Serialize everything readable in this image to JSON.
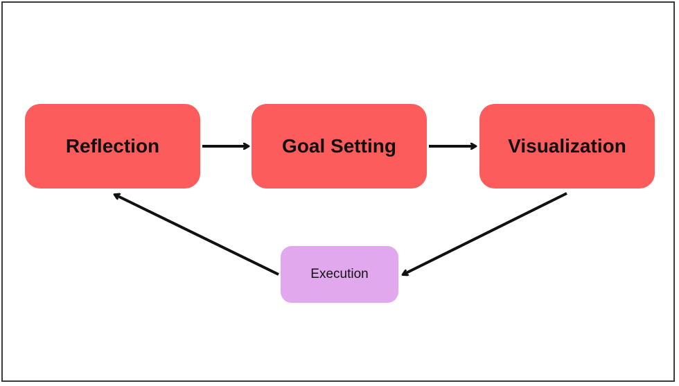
{
  "diagram": {
    "nodes": [
      {
        "id": "reflection",
        "label": "Reflection",
        "style": "main"
      },
      {
        "id": "goal-setting",
        "label": "Goal Setting",
        "style": "main"
      },
      {
        "id": "visualization",
        "label": "Visualization",
        "style": "main"
      },
      {
        "id": "execution",
        "label": "Execution",
        "style": "minor"
      }
    ],
    "edges": [
      {
        "from": "reflection",
        "to": "goal-setting"
      },
      {
        "from": "goal-setting",
        "to": "visualization"
      },
      {
        "from": "visualization",
        "to": "execution"
      },
      {
        "from": "execution",
        "to": "reflection"
      }
    ]
  },
  "colors": {
    "main_node_fill": "#fc5c5c",
    "minor_node_fill": "#e2a8ee",
    "arrow": "#111111",
    "border": "#3a3a3a"
  }
}
